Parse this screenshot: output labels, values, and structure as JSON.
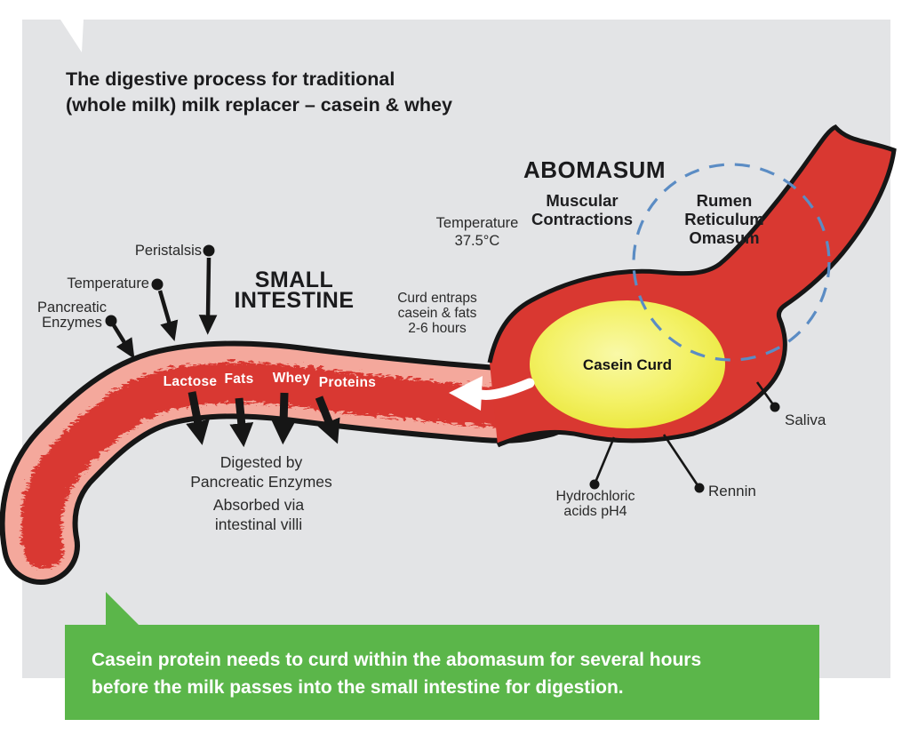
{
  "title": {
    "lines": [
      "The digestive process for traditional",
      "(whole milk) milk replacer – casein & whey"
    ]
  },
  "abomasum": {
    "heading": "ABOMASUM",
    "muscular": [
      "Muscular",
      "Contractions"
    ],
    "rumen": [
      "Rumen",
      "Reticulum",
      "Omasum"
    ],
    "temperature": [
      "Temperature",
      "37.5°C"
    ],
    "curd_entraps": [
      "Curd entraps",
      "casein & fats",
      "2-6 hours"
    ],
    "casein_curd": "Casein Curd",
    "saliva": "Saliva",
    "rennin": "Rennin",
    "hydrochloric": [
      "Hydrochloric",
      "acids pH4"
    ]
  },
  "small_intestine": {
    "heading": [
      "SMALL",
      "INTESTINE"
    ],
    "peristalsis": "Peristalsis",
    "temperature": "Temperature",
    "pancreatic_enzymes": [
      "Pancreatic",
      "Enzymes"
    ],
    "nutrients": [
      "Lactose",
      "Fats",
      "Whey",
      "Proteins"
    ],
    "digested": [
      "Digested by",
      "Pancreatic Enzymes"
    ],
    "absorbed": [
      "Absorbed via",
      "intestinal villi"
    ]
  },
  "callout": {
    "lines": [
      "Casein protein needs to curd within the abomasum for several hours",
      "before the milk passes into the small intestine for digestion."
    ]
  },
  "colors": {
    "background": "#ffffff",
    "panel_gray": "#e3e4e6",
    "tract_red": "#d93831",
    "villi_pink": "#f4a89c",
    "outline_black": "#161616",
    "curd_yellow_center": "#f9f9a8",
    "curd_yellow_edge": "#e8e431",
    "dashed_circle_blue": "#5b8cc4",
    "callout_green": "#5bb64a",
    "flow_arrow": "#ffffff"
  }
}
